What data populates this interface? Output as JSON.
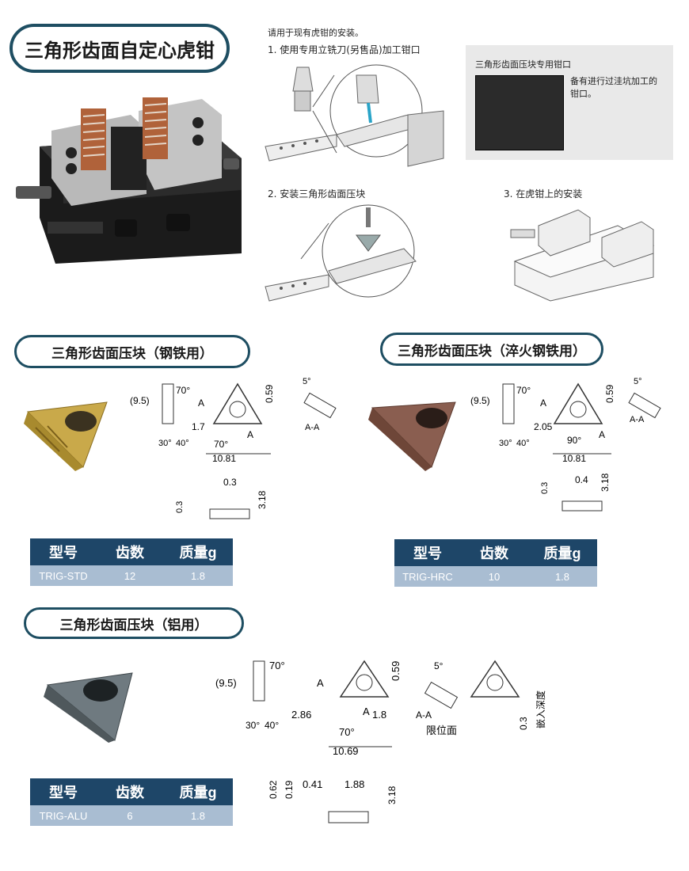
{
  "main_title": "三角形齿面自定心虎钳",
  "install": {
    "note": "请用于现有虎钳的安装。",
    "step1": "1. 使用专用立铣刀(另售品)加工钳口",
    "step2": "2. 安装三角形齿面压块",
    "step3": "3. 在虎钳上的安装",
    "special_jaw_title": "三角形齿面压块专用钳口",
    "special_jaw_desc": "备有进行过洼坑加工的钳口。"
  },
  "table_headers": {
    "model": "型号",
    "teeth": "齿数",
    "mass": "质量g"
  },
  "sections": [
    {
      "title": "三角形齿面压块（钢铁用）",
      "model": "TRIG-STD",
      "teeth": "12",
      "mass": "1.8",
      "dims": {
        "h": "(9.5)",
        "angle_top": "70°",
        "width": "0.59",
        "a_left": "A",
        "a_right": "A",
        "offset": "1.7",
        "ang30": "30°",
        "ang40": "40°",
        "center": "70°",
        "total": "10.81",
        "aa": "A-A",
        "tilt": "5°",
        "t1": "0.3",
        "t2": "0.3",
        "t3": "3.18"
      }
    },
    {
      "title": "三角形齿面压块（淬火钢铁用）",
      "model": "TRIG-HRC",
      "teeth": "10",
      "mass": "1.8",
      "dims": {
        "h": "(9.5)",
        "angle_top": "70°",
        "width": "0.59",
        "a_left": "A",
        "a_right": "A",
        "offset": "2.05",
        "ang30": "30°",
        "ang40": "40°",
        "center": "90°",
        "total": "10.81",
        "aa": "A-A",
        "tilt": "5°",
        "t1": "0.3",
        "t2": "0.4",
        "t3": "3.18"
      }
    },
    {
      "title": "三角形齿面压块（铝用）",
      "model": "TRIG-ALU",
      "teeth": "6",
      "mass": "1.8",
      "dims": {
        "h": "(9.5)",
        "angle_top": "70°",
        "width": "0.59",
        "a_left": "A",
        "a_right": "A",
        "offset": "2.86",
        "offset_r": "1.8",
        "ang30": "30°",
        "ang40": "40°",
        "center": "70°",
        "total": "10.69",
        "aa": "A-A",
        "tilt": "5°",
        "limit": "限位面",
        "depth": "嵌入深度",
        "d03": "0.3",
        "t1": "0.62",
        "t2": "0.19",
        "t3": "0.41",
        "t4": "1.88",
        "t5": "3.18"
      }
    }
  ],
  "colors": {
    "pill_border": "#1e4e62",
    "table_header": "#1e4668",
    "table_cell": "#a9bdd2",
    "steel_insert": "#c9a94a",
    "hrc_insert": "#8a5e50",
    "alu_insert": "#6f7a80"
  }
}
